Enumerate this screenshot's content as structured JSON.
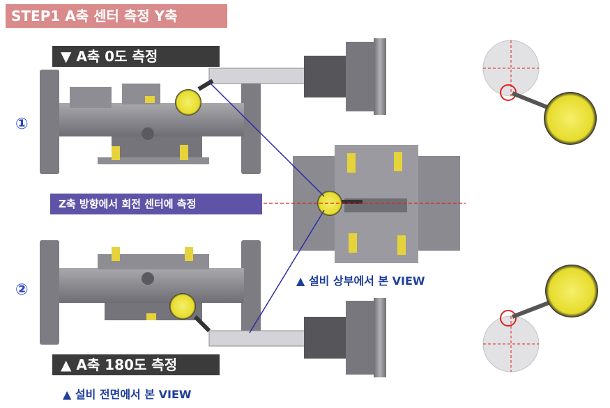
{
  "title": "STEP1 A축 센터 측정 Y축",
  "top_view_label": "▼ A축 0도 측정",
  "bottom_view_label": "▲ A축 180도 측정",
  "center_label": "Z축 방향에서 회전 센터에 측정",
  "marker_1": "①",
  "marker_2": "②",
  "top_view_caption": "▲ 설비 상부에서 본 VIEW",
  "front_view_caption": "▲ 설비 전면에서 본 VIEW",
  "colors": {
    "title_bg": "#d98a8a",
    "label_bg": "#3b3b3b",
    "center_label_bg": "#5d54a8",
    "caption": "#1f3f9a",
    "gauge_yellow": "#e8e03a",
    "crosshair": "#e02020"
  }
}
